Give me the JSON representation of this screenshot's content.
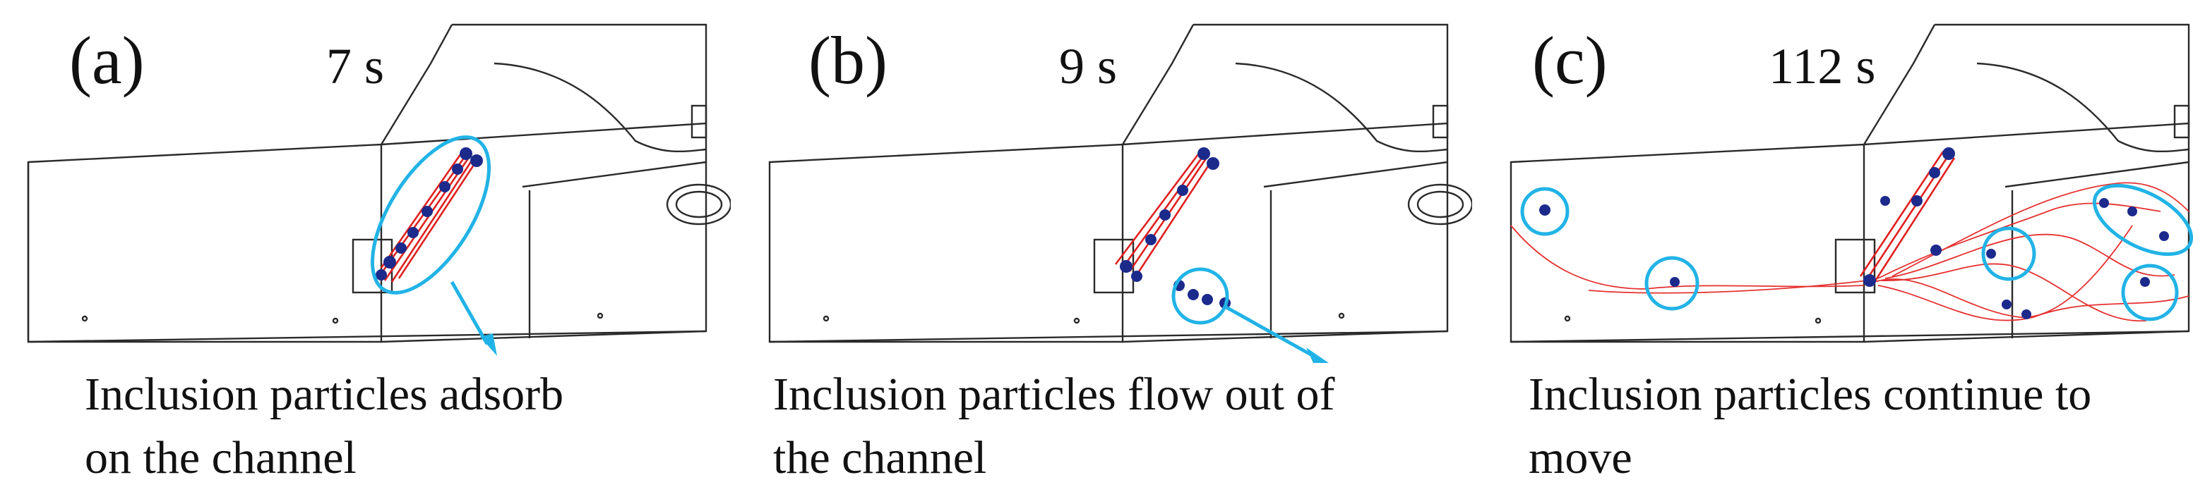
{
  "figure": {
    "panels": [
      {
        "label": "(a)",
        "time": "7 s",
        "caption": "Inclusion particles adsorb\non the channel"
      },
      {
        "label": "(b)",
        "time": "9 s",
        "caption": "Inclusion particles flow out of\nthe channel"
      },
      {
        "label": "(c)",
        "time": "112 s",
        "caption": "Inclusion particles continue to\nmove"
      }
    ]
  },
  "colors": {
    "highlight_circle": "#22b3e6",
    "trajectory": "#e02020",
    "particle": "#1c2a8c",
    "wireframe": "#2a2a2a"
  }
}
